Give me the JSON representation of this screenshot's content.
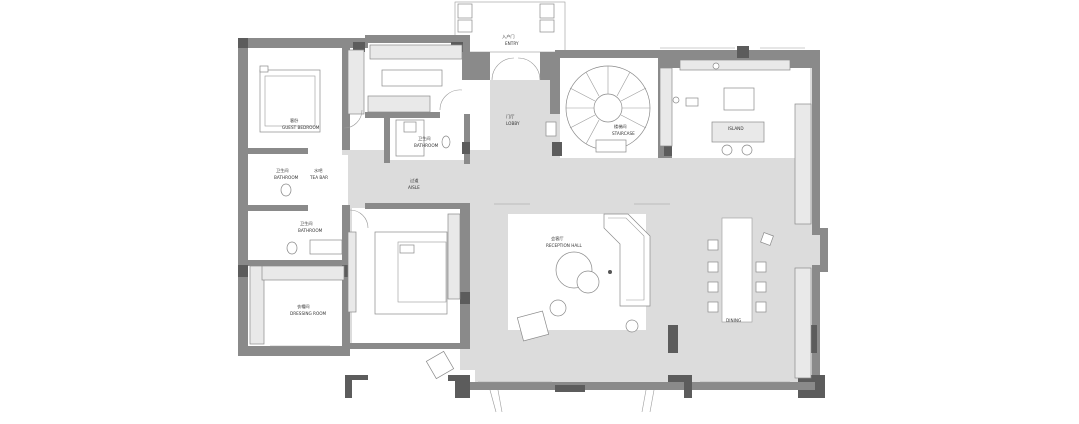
{
  "labels": {
    "entry_cn": "入户门",
    "entry_en": "ENTRY",
    "guest_bedroom_cn": "客卧",
    "guest_bedroom_en": "GUEST BEDROOM",
    "bathroom_top_cn": "卫生间",
    "bathroom_top_en": "BATHROOM",
    "hall_cn": "门厅",
    "hall_en": "LOBBY",
    "staircase_cn": "楼梯间",
    "staircase_en": "STAIRCASE",
    "island_en": "ISLAND",
    "aisle_cn": "过道",
    "aisle_en": "AISLE",
    "bath_left_cn": "卫生间",
    "bath_left_en": "BATHROOM",
    "tea_cn": "水吧",
    "tea_en": "TEA BAR",
    "bath_mid_cn": "卫生间",
    "bath_mid_en": "BATHROOM",
    "reception_cn": "会客厅",
    "reception_en": "RECEPTION HALL",
    "dining_en": "DINING",
    "dressing_cn": "衣帽间",
    "dressing_en": "DRESSING ROOM"
  }
}
